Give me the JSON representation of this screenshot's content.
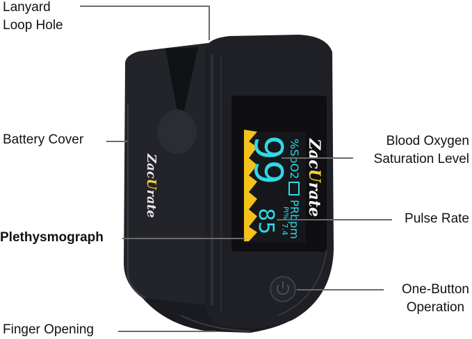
{
  "labels": {
    "lanyard_line1": "Lanyard",
    "lanyard_line2": "Loop Hole",
    "battery_cover": "Battery Cover",
    "plethysmograph": "Plethysmograph",
    "finger_opening": "Finger Opening",
    "spo2_line1": "Blood Oxygen",
    "spo2_line2": "Saturation Level",
    "pulse_rate": "Pulse Rate",
    "button_line1": "One-Button",
    "button_line2": "Operation"
  },
  "device": {
    "brand": "ZacUrate",
    "brand_part1": "Zac",
    "brand_accent": "U",
    "brand_part2": "rate",
    "body_color": "#26272d",
    "accent_color": "#f2d13a",
    "display_color": "#2fd9e6",
    "wave_color": "#f5c21b"
  },
  "display": {
    "spo2_value": "99",
    "spo2_label": "%SpO2",
    "pr_label": "PRbpm",
    "pi_label": "PI%",
    "pi_value": "7.4",
    "pr_value": "85",
    "battery_icon": "battery-icon"
  }
}
